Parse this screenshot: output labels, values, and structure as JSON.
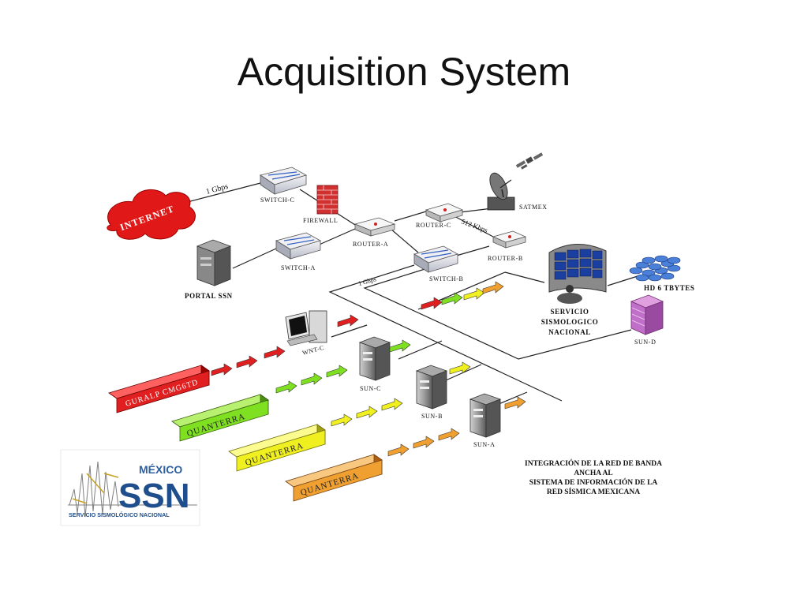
{
  "title": "Acquisition System",
  "nodes": {
    "internet": "INTERNET",
    "switch_c": "SWITCH-C",
    "firewall": "FIREWALL",
    "router_a": "ROUTER-A",
    "router_c": "ROUTER-C",
    "router_b": "ROUTER-B",
    "satmex": "SATMEX",
    "switch_a": "SWITCH-A",
    "switch_b": "SWITCH-B",
    "portal_ssn": "PORTAL SSN",
    "wnt_c": "WNT-C",
    "hd": "HD 6 TBYTES",
    "sun_d": "SUN-D",
    "sun_c": "SUN-C",
    "sun_b": "SUN-B",
    "sun_a": "SUN-A",
    "servicio_lines": [
      "SERVICIO",
      "SISMOLOGICO",
      "NACIONAL"
    ]
  },
  "links": {
    "gbps_top": "1 Gbps",
    "kbps": "512 Kbps",
    "gbps_mid": "1 Gbps"
  },
  "bands": {
    "guralp": "GURALP CMG6TD",
    "q_green": "QUANTERRA",
    "q_yellow": "QUANTERRA",
    "q_orange": "QUANTERRA"
  },
  "caption_lines": [
    "INTEGRACIÓN DE LA RED DE BANDA",
    "ANCHA AL",
    "SISTEMA DE INFORMACIÓN DE LA",
    "RED SÍSMICA MEXICANA"
  ],
  "logo": {
    "country": "MÉXICO",
    "acronym": "SSN",
    "full_name": "SERVICIO SISMOLÓGICO NACIONAL"
  },
  "colors": {
    "red": "#e02020",
    "green": "#7ee020",
    "yellow": "#f0f020",
    "orange": "#f0a030",
    "server_purple": "#c070c8",
    "logo_blue": "#1f4e8c"
  }
}
